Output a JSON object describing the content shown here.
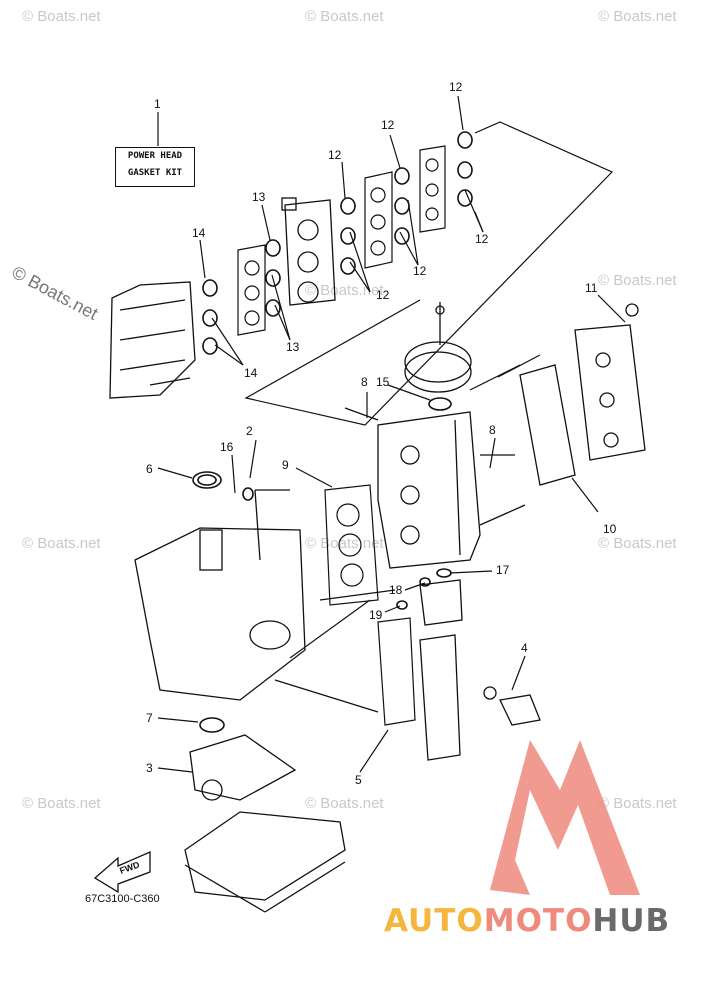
{
  "watermarks": [
    "© Boats.net",
    "© Boats.net",
    "© Boats.net",
    "© Boats.net",
    "© Boats.net",
    "© Boats.net",
    "© Boats.net",
    "© Boats.net",
    "© Boats.net",
    "© Boats.net",
    "© Boats.net"
  ],
  "watermark_prominent": "© Boats.net",
  "kit_label": {
    "line1": "POWER HEAD",
    "line2": "GASKET KIT"
  },
  "callouts": [
    "1",
    "2",
    "3",
    "4",
    "5",
    "6",
    "7",
    "8",
    "8",
    "9",
    "10",
    "11",
    "12",
    "12",
    "12",
    "12",
    "12",
    "12",
    "13",
    "13",
    "14",
    "14",
    "15",
    "16",
    "17",
    "18",
    "19"
  ],
  "part_code": "67C3100-C360",
  "fwd_label": "FWD",
  "logo": {
    "part1": "AUTO",
    "part2": "MOTO",
    "part3": "HUB"
  },
  "colors": {
    "logo_yellow": "#f4b63c",
    "logo_red": "#ef8a7c",
    "logo_gray": "#6a6a6a",
    "line": "#111111"
  }
}
